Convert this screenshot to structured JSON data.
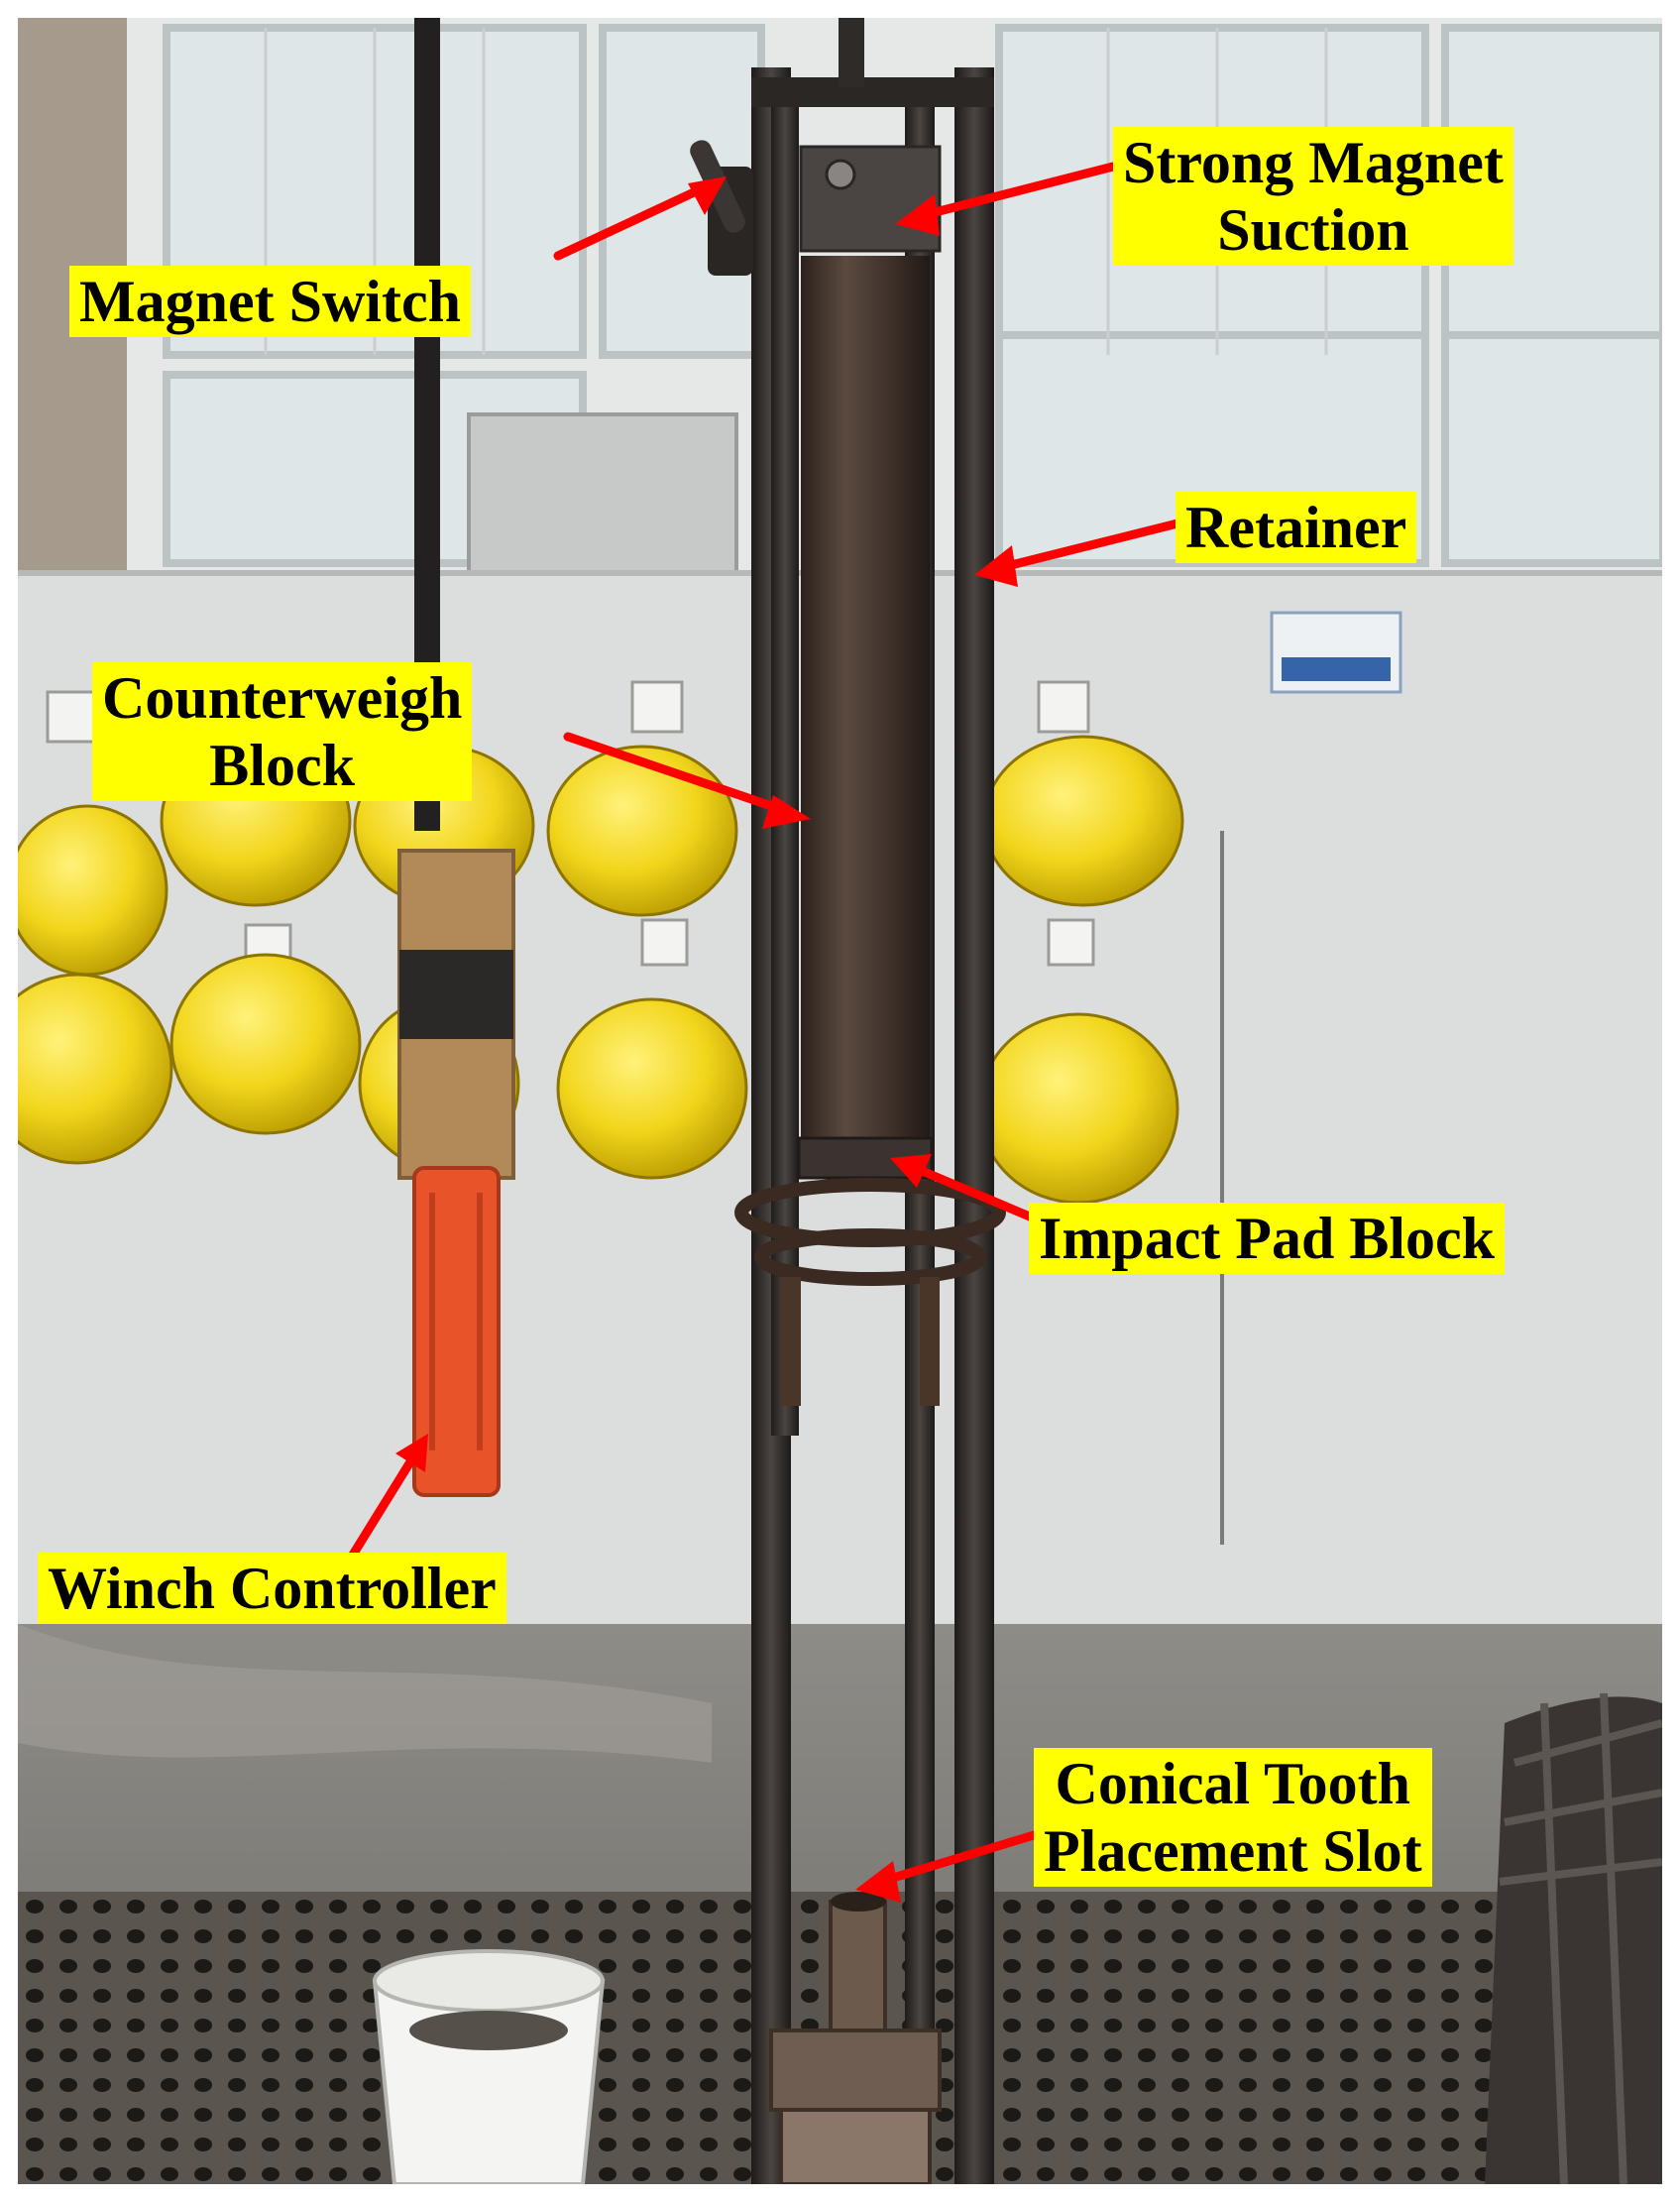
{
  "labels": {
    "strong_magnet": [
      "Strong Magnet",
      "Suction"
    ],
    "magnet_switch": "Magnet Switch",
    "retainer": "Retainer",
    "counterweight": [
      "Counterweigh",
      "Block"
    ],
    "impact_pad": "Impact Pad Block",
    "winch_controller": "Winch Controller",
    "conical_tooth": [
      "Conical Tooth",
      "Placement Slot"
    ]
  },
  "colors": {
    "label_bg": "#ffff00",
    "arrow": "#ff0000",
    "helmet": "#f2d61c",
    "cylinder": "#4a3a33",
    "controller": "#e8532a"
  }
}
